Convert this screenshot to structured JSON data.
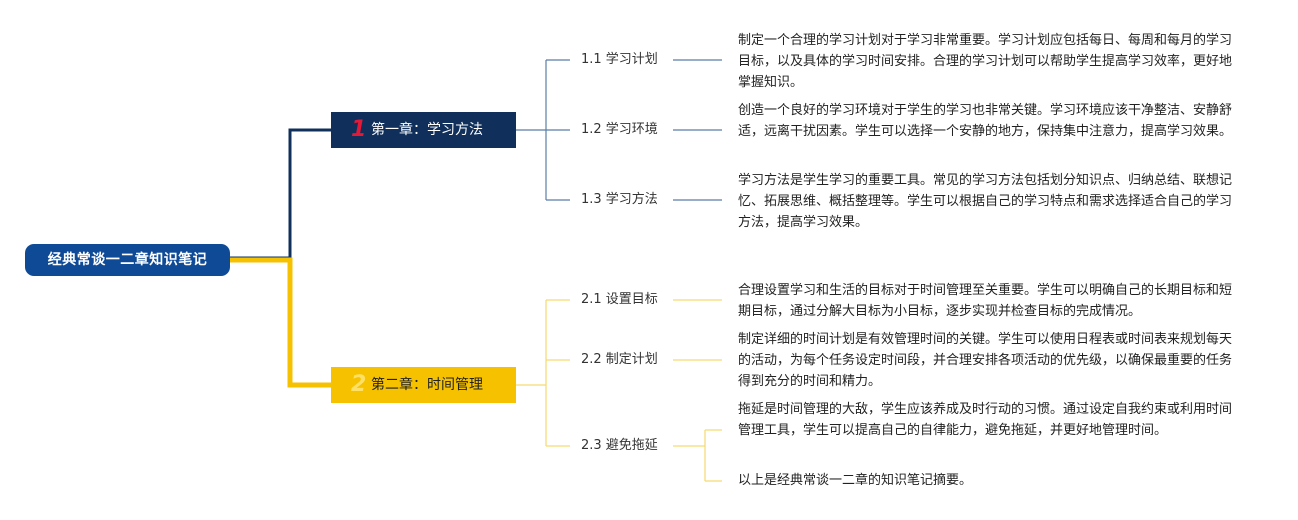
{
  "colors": {
    "root_bg": "#0e4a96",
    "chapter1_bg": "#10305b",
    "chapter1_accent": "#e31937",
    "chapter1_branch": "#10305b",
    "chapter1_leaf": "#5a7ea6",
    "chapter2_bg": "#f6c200",
    "chapter2_accent": "#ffe066",
    "chapter2_branch": "#f6c200",
    "chapter2_leaf": "#f7d970"
  },
  "root": {
    "title": "经典常谈一二章知识笔记"
  },
  "chapters": [
    {
      "number": "1",
      "title": "第一章：学习方法",
      "sections": [
        {
          "label": "1.1 学习计划",
          "details": [
            "制定一个合理的学习计划对于学习非常重要。学习计划应包括每日、每周和每月的学习目标，以及具体的学习时间安排。合理的学习计划可以帮助学生提高学习效率，更好地掌握知识。"
          ]
        },
        {
          "label": "1.2 学习环境",
          "details": [
            "创造一个良好的学习环境对于学生的学习也非常关键。学习环境应该干净整洁、安静舒适，远离干扰因素。学生可以选择一个安静的地方，保持集中注意力，提高学习效果。"
          ]
        },
        {
          "label": "1.3 学习方法",
          "details": [
            "学习方法是学生学习的重要工具。常见的学习方法包括划分知识点、归纳总结、联想记忆、拓展思维、概括整理等。学生可以根据自己的学习特点和需求选择适合自己的学习方法，提高学习效果。"
          ]
        }
      ]
    },
    {
      "number": "2",
      "title": "第二章：时间管理",
      "sections": [
        {
          "label": "2.1 设置目标",
          "details": [
            "合理设置学习和生活的目标对于时间管理至关重要。学生可以明确自己的长期目标和短期目标，通过分解大目标为小目标，逐步实现并检查目标的完成情况。"
          ]
        },
        {
          "label": "2.2 制定计划",
          "details": [
            "制定详细的时间计划是有效管理时间的关键。学生可以使用日程表或时间表来规划每天的活动，为每个任务设定时间段，并合理安排各项活动的优先级，以确保最重要的任务得到充分的时间和精力。"
          ]
        },
        {
          "label": "2.3 避免拖延",
          "details": [
            "拖延是时间管理的大敌，学生应该养成及时行动的习惯。通过设定自我约束或利用时间管理工具，学生可以提高自己的自律能力，避免拖延，并更好地管理时间。",
            "以上是经典常谈一二章的知识笔记摘要。"
          ]
        }
      ]
    }
  ]
}
